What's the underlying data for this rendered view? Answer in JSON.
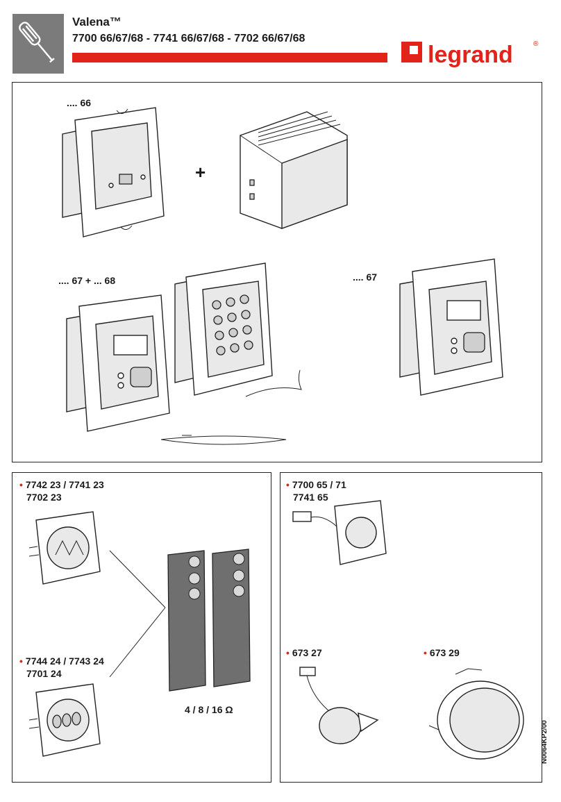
{
  "header": {
    "title": "Valena™",
    "references": "7700 66/67/68 - 7741 66/67/68 - 7702 66/67/68",
    "brand": "legrand",
    "brand_mark": "®"
  },
  "top_panel": {
    "label_66": ".... 66",
    "plus": "+",
    "label_67_68": ".... 67 + ... 68",
    "label_67": ".... 67"
  },
  "left_panel": {
    "group1_line1": "7742 23 / 7741 23",
    "group1_line2": "7702 23",
    "group2_line1": "7744 24 / 7743 24",
    "group2_line2": "7701 24",
    "impedance": "4 / 8 / 16 Ω"
  },
  "right_panel": {
    "group1_line1": "7700 65 / 71",
    "group1_line2": "7741 65",
    "group2": "673 27",
    "group3": "673 29"
  },
  "doc_code": "N0064KP2/00",
  "colors": {
    "accent": "#e2231a",
    "badge": "#7b7b7b"
  },
  "icons": [
    "screwdriver-icon"
  ]
}
